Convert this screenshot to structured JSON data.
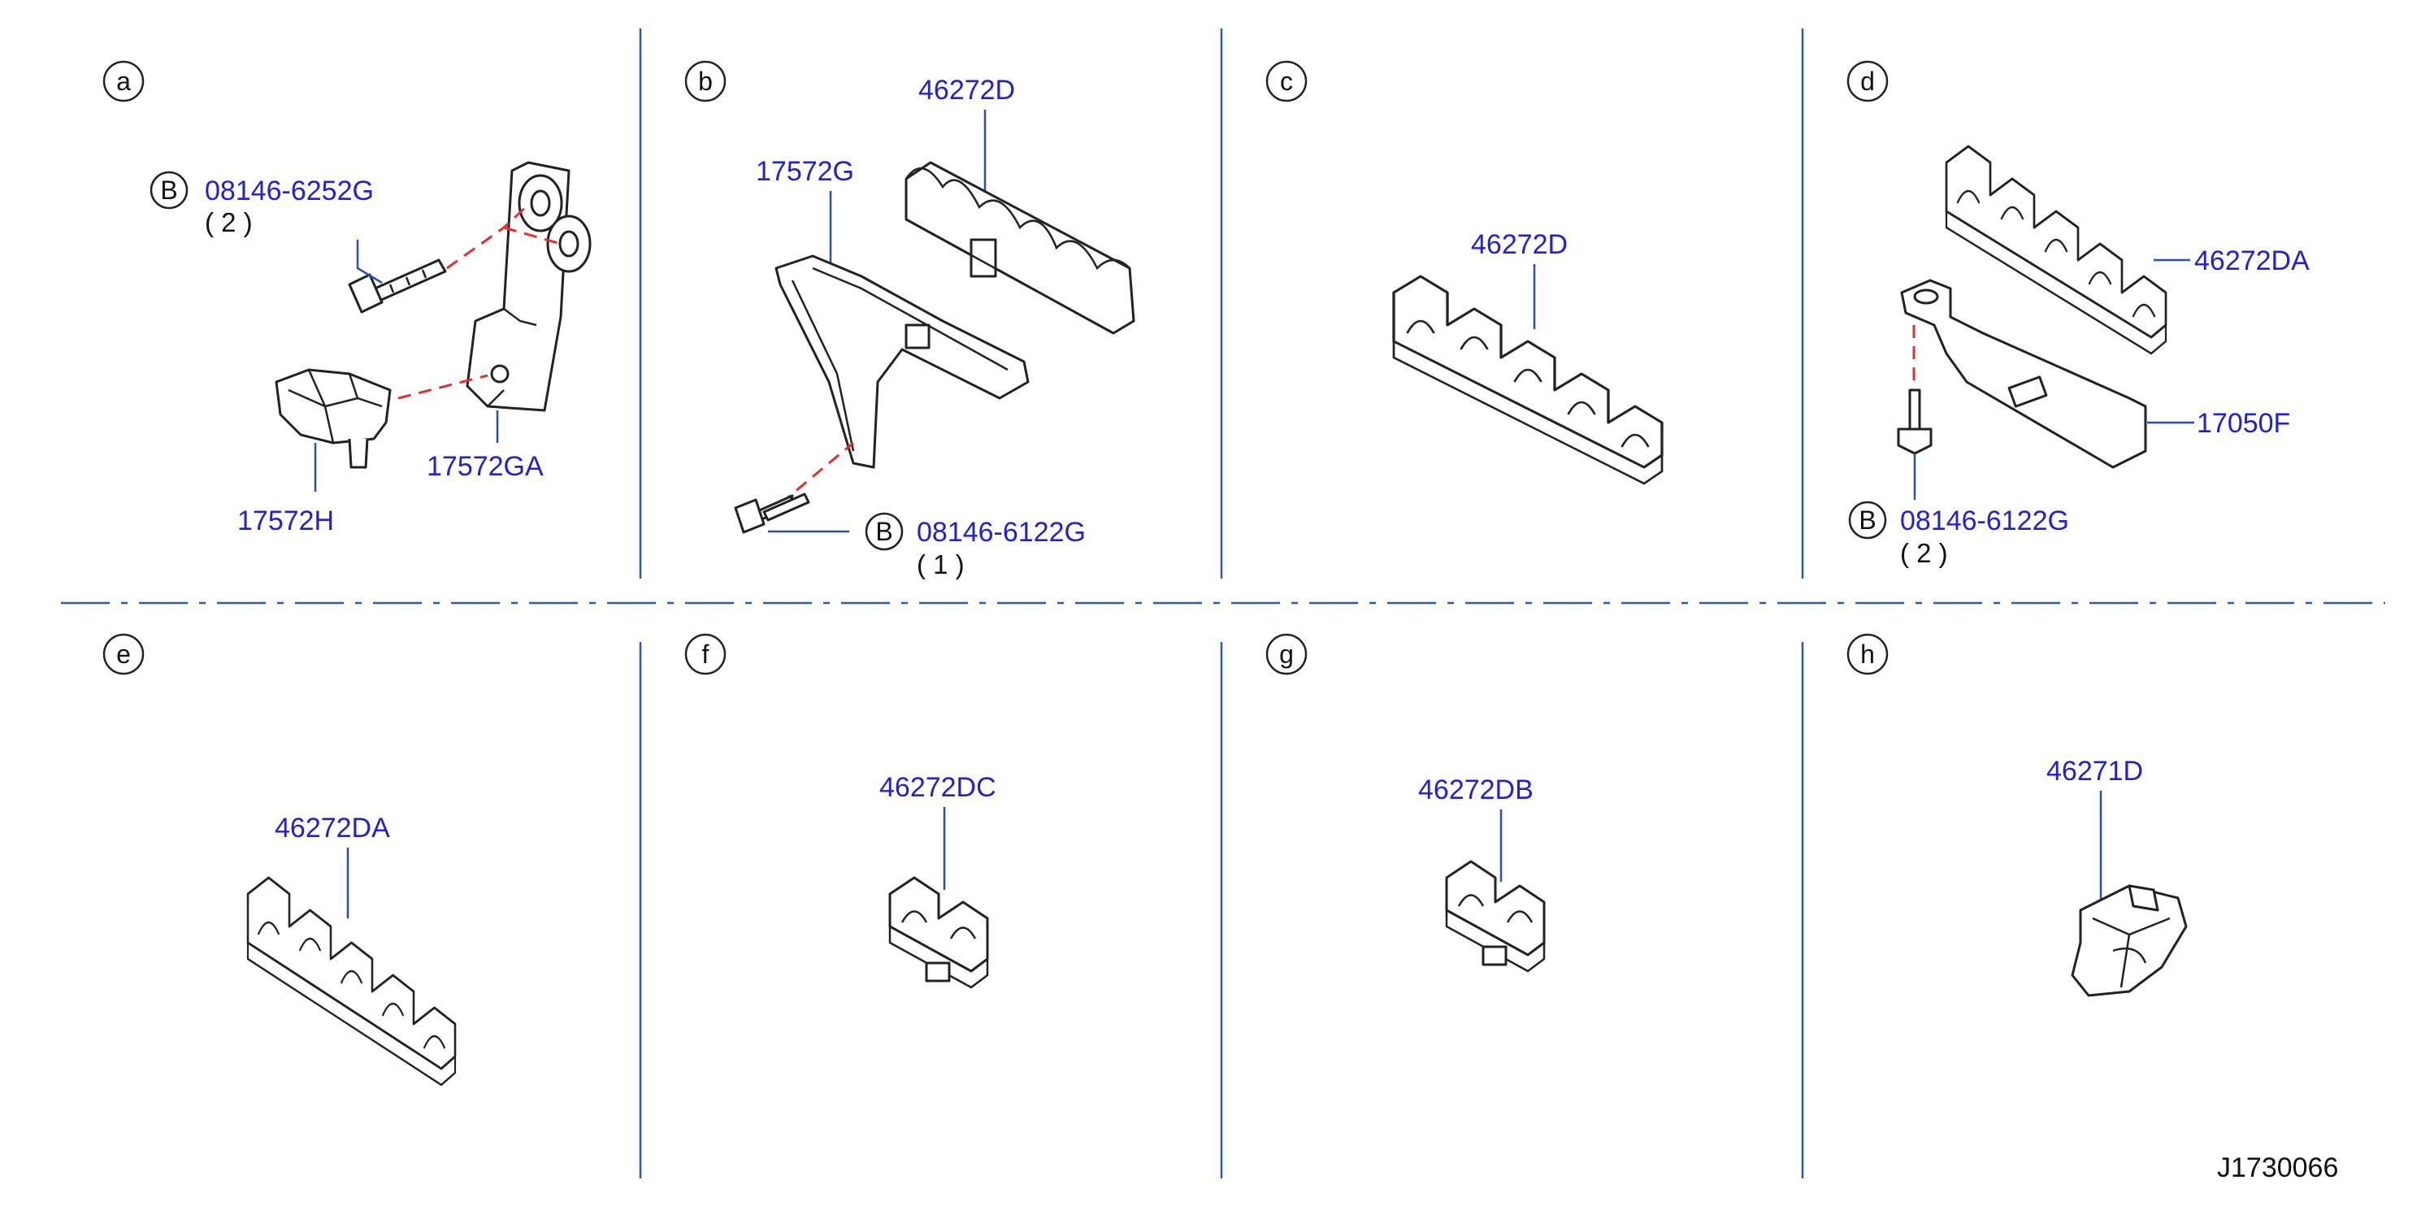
{
  "panels": {
    "a": {
      "letter": "a",
      "bolt_ref": "B",
      "bolt_pn": "08146-6252G",
      "bolt_qty": "( 2 )",
      "parts": [
        "17572H",
        "17572GA"
      ]
    },
    "b": {
      "letter": "b",
      "bolt_ref": "B",
      "bolt_pn": "08146-6122G",
      "bolt_qty": "( 1 )",
      "parts": [
        "46272D",
        "17572G"
      ]
    },
    "c": {
      "letter": "c",
      "parts": [
        "46272D"
      ]
    },
    "d": {
      "letter": "d",
      "bolt_ref": "B",
      "bolt_pn": "08146-6122G",
      "bolt_qty": "( 2 )",
      "parts": [
        "46272DA",
        "17050F"
      ]
    },
    "e": {
      "letter": "e",
      "parts": [
        "46272DA"
      ]
    },
    "f": {
      "letter": "f",
      "parts": [
        "46272DC"
      ]
    },
    "g": {
      "letter": "g",
      "parts": [
        "46272DB"
      ]
    },
    "h": {
      "letter": "h",
      "parts": [
        "46271D"
      ]
    }
  },
  "diagram_code": "J1730066",
  "colors": {
    "part_number": "#2222cc",
    "leader": "#2a4fb0",
    "dashed_link": "#e03030",
    "separator": "#2a5ab8"
  }
}
